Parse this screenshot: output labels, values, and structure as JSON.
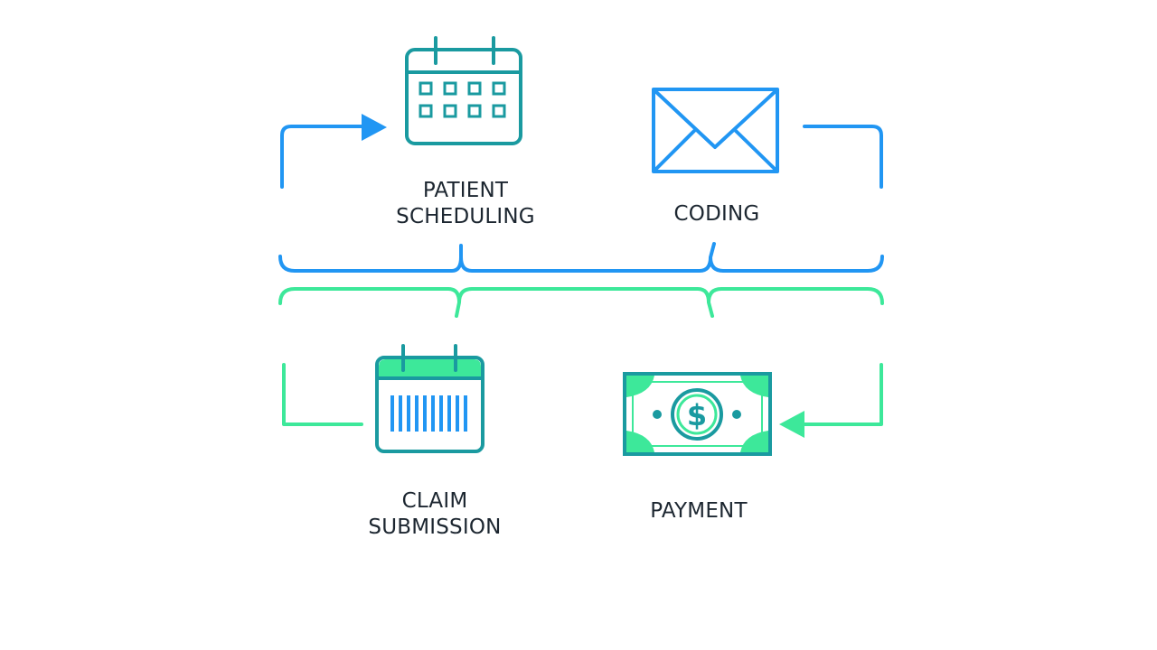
{
  "steps": {
    "scheduling": {
      "line1": "PATIENT",
      "line2": "SCHEDULING",
      "icon": "calendar-icon"
    },
    "coding": {
      "line1": "CODING",
      "icon": "envelope-icon"
    },
    "claim": {
      "line1": "CLAIM",
      "line2": "SUBMISSION",
      "icon": "barcode-calendar-icon"
    },
    "payment": {
      "line1": "PAYMENT",
      "icon": "dollar-bill-icon"
    }
  },
  "colors": {
    "blue": "#2196F3",
    "teal": "#1A9AA0",
    "green": "#3DE89A",
    "text": "#1c2630"
  }
}
